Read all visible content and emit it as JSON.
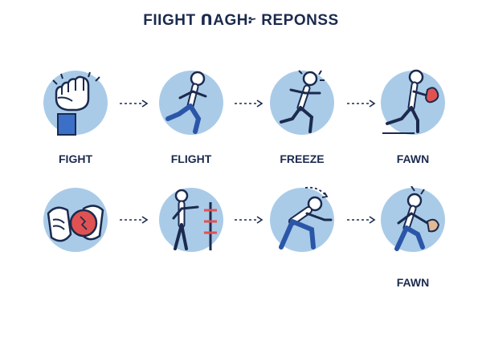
{
  "title": "FIIGHT ᑎAGH፦ REPONSS",
  "colors": {
    "circle": "#a9cbe8",
    "ink": "#1b2a4e",
    "accent": "#e05252",
    "tan": "#e3b894"
  },
  "row1": {
    "nodes": [
      {
        "label": "FIGHT",
        "icon": "raised-fist-icon"
      },
      {
        "label": "FLIGHT",
        "icon": "running-figure-icon"
      },
      {
        "label": "FREEZE",
        "icon": "startled-runner-icon"
      },
      {
        "label": "FAWN",
        "icon": "figure-offering-flower-icon"
      }
    ]
  },
  "row2": {
    "nodes": [
      {
        "label": "",
        "icon": "hands-holding-heart-icon"
      },
      {
        "label": "",
        "icon": "figure-at-fence-icon"
      },
      {
        "label": "",
        "icon": "crouching-figure-icon"
      },
      {
        "label": "FAWN",
        "icon": "figure-offering-leaf-icon"
      }
    ]
  }
}
